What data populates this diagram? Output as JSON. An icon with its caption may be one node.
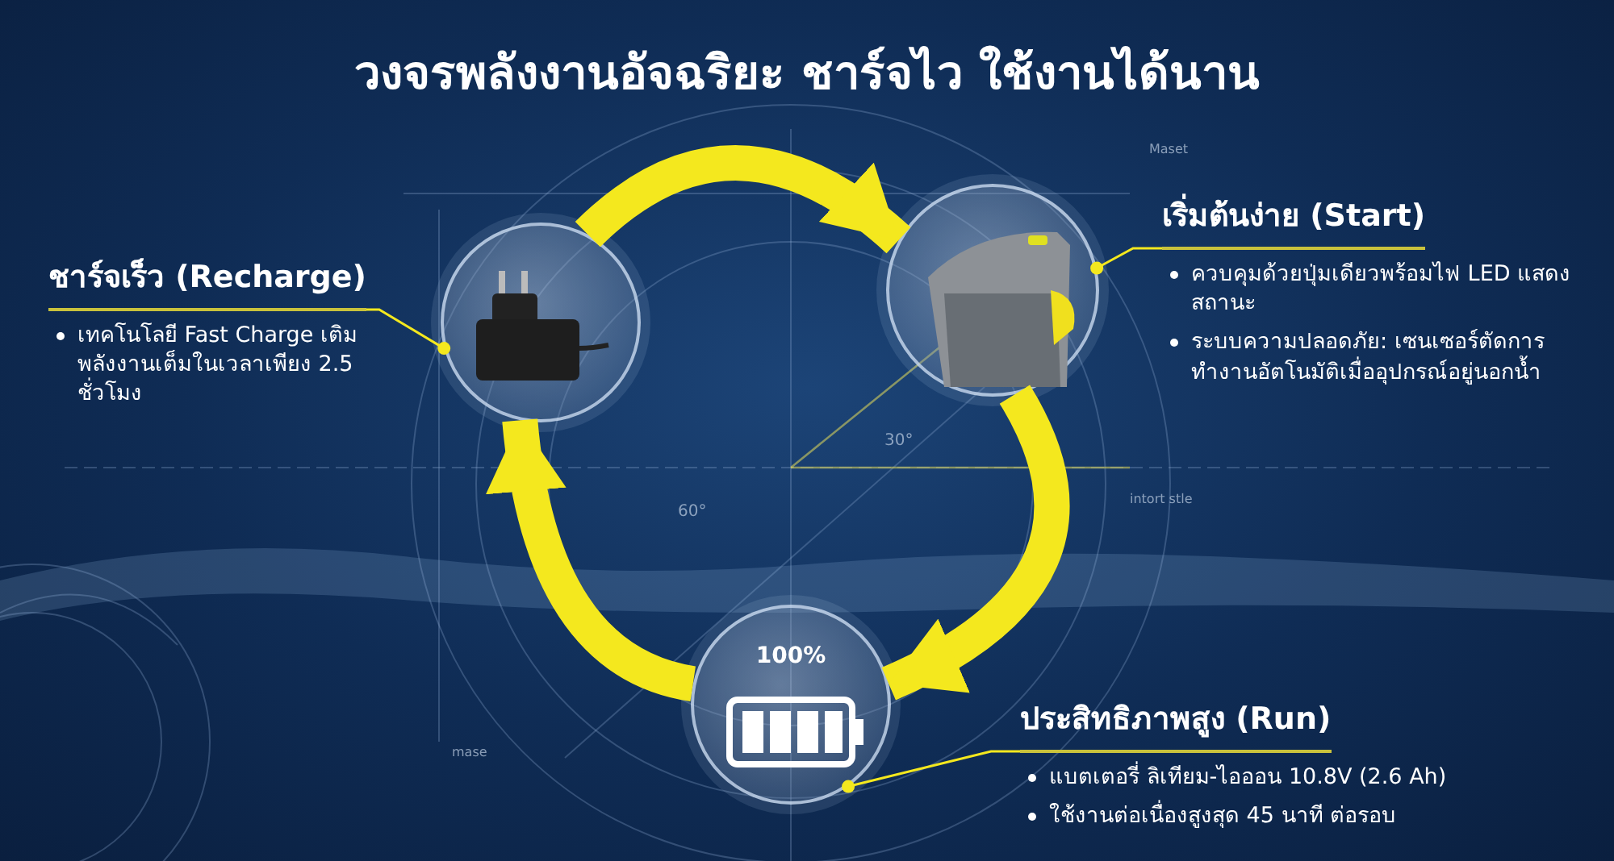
{
  "diagram": {
    "title": "วงจรพลังงานอัจฉริยะ ชาร์จไว ใช้งานได้นาน",
    "nodes": [
      {
        "text": [],
        "shape": "picture"
      },
      {
        "text": [],
        "shape": "picture"
      },
      {
        "text": [
          "100%"
        ]
      },
      {
        "text": [
          "ชาร์จเร็ว (Recharge)",
          "เทคโนโลยี Fast Charge เติมพลังงานเต็มในเวลาเพียง 2.5 ชั่วโมง"
        ]
      },
      {
        "text": [
          "เริ่มต้นง่าย (Start)",
          "ควบคุมด้วยปุ่มเดียวพร้อมไฟ LED แสดงสถานะ",
          "ระบบความปลอดภัย: เซนเซอร์ตัดการทำงานอัตโนมัติเมื่ออุปกรณ์อยู่นอกน้ำ"
        ]
      },
      {
        "text": [
          "ประสิทธิภาพสูง (Run)",
          "แบตเตอรี่ ลิเทียม-ไอออน 10.8V (2.6 Ah)",
          "ใช้งานต่อเนื่องสูงสุด 45 นาที ต่อรอบ"
        ]
      }
    ],
    "edges": [
      {
        "from": 0,
        "to": 1,
        "arrow": "to",
        "style": "thick"
      },
      {
        "from": 1,
        "to": 2,
        "arrow": "to",
        "style": "thick"
      },
      {
        "from": 2,
        "to": 0,
        "arrow": "to",
        "style": "thick"
      },
      {
        "from": 3,
        "to": 0,
        "arrow": "other"
      },
      {
        "from": 4,
        "to": 1,
        "arrow": "other"
      },
      {
        "from": 5,
        "to": 2,
        "arrow": "other"
      }
    ],
    "labels": [
      "Maset",
      "30°",
      "60°",
      "intort stle",
      "mase"
    ]
  }
}
